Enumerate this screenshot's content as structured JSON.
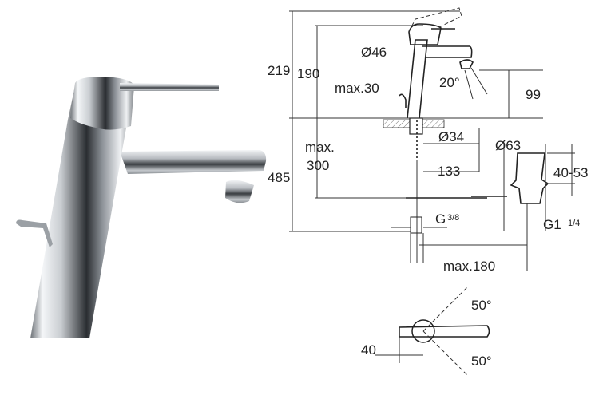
{
  "product": {
    "name": "faucet-photo"
  },
  "drawing": {
    "labels": {
      "h219": "219",
      "h190": "190",
      "max30": "max.30",
      "d46": "Ø46",
      "angle20": "20°",
      "h99": "99",
      "d34": "Ø34",
      "max": "max.",
      "h300": "300",
      "h485": "485",
      "w133": "133",
      "d63": "Ø63",
      "r4053": "40-53",
      "g1": "G1",
      "g1frac": "1/4",
      "g": "G",
      "gfrac": "3/8",
      "max180": "max.180",
      "angle50a": "50°",
      "w40": "40",
      "angle50b": "50°"
    }
  }
}
